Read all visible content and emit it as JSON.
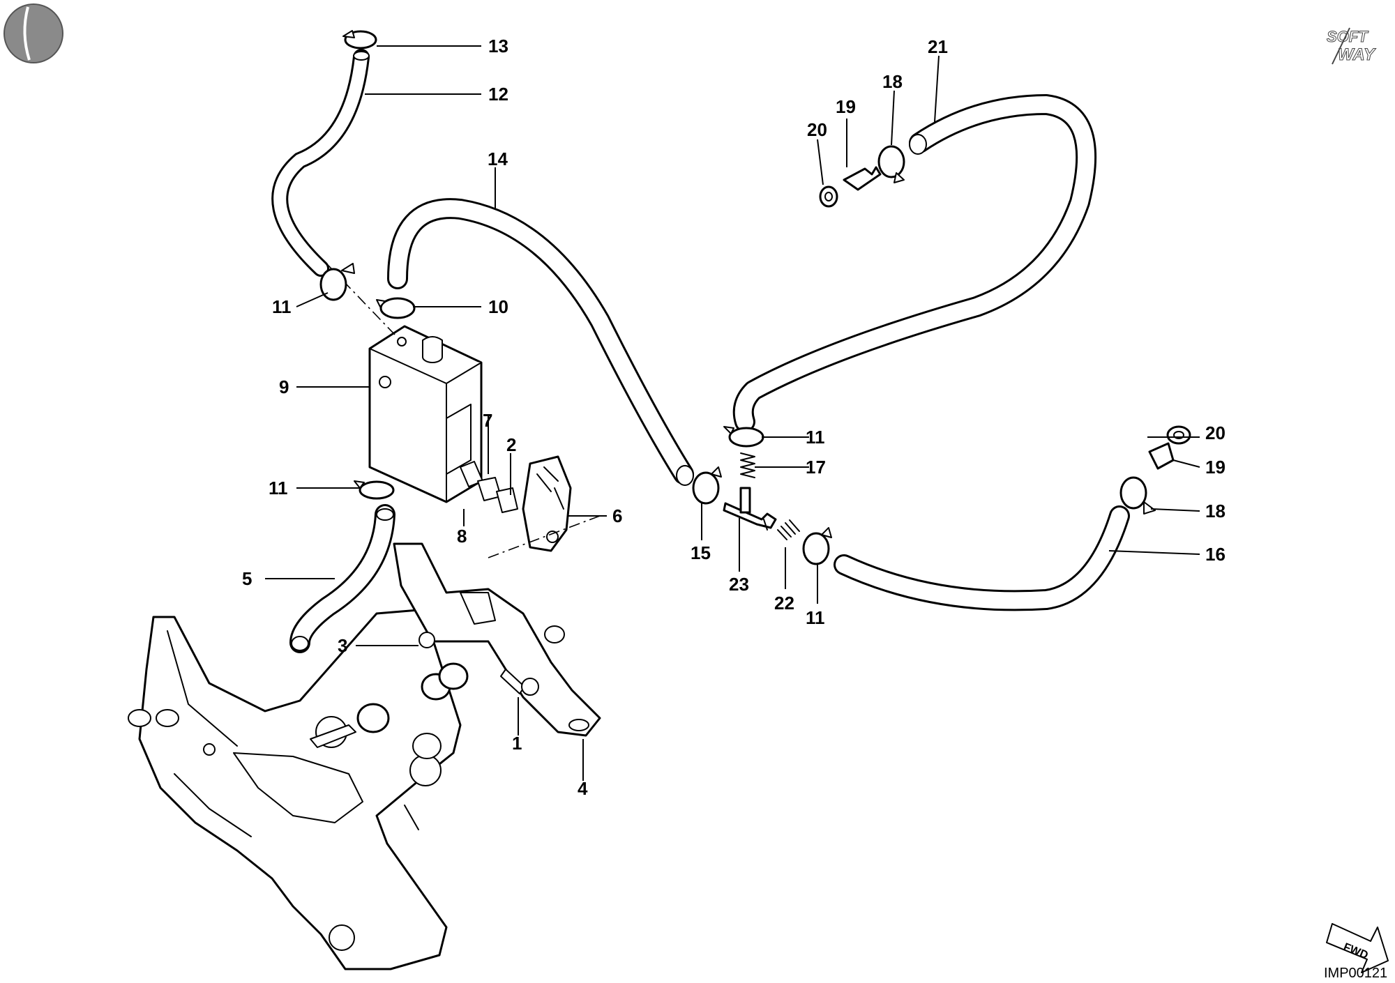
{
  "brand": {
    "line1": "SOFT",
    "line2": "WAY"
  },
  "drawing_code": "IMP00121",
  "fwd_label": "FWD",
  "callouts": [
    "1",
    "2",
    "3",
    "4",
    "5",
    "6",
    "7",
    "8",
    "9",
    "10",
    "11",
    "12",
    "13",
    "14",
    "15",
    "16",
    "17",
    "18",
    "19",
    "20",
    "21",
    "22",
    "23"
  ]
}
